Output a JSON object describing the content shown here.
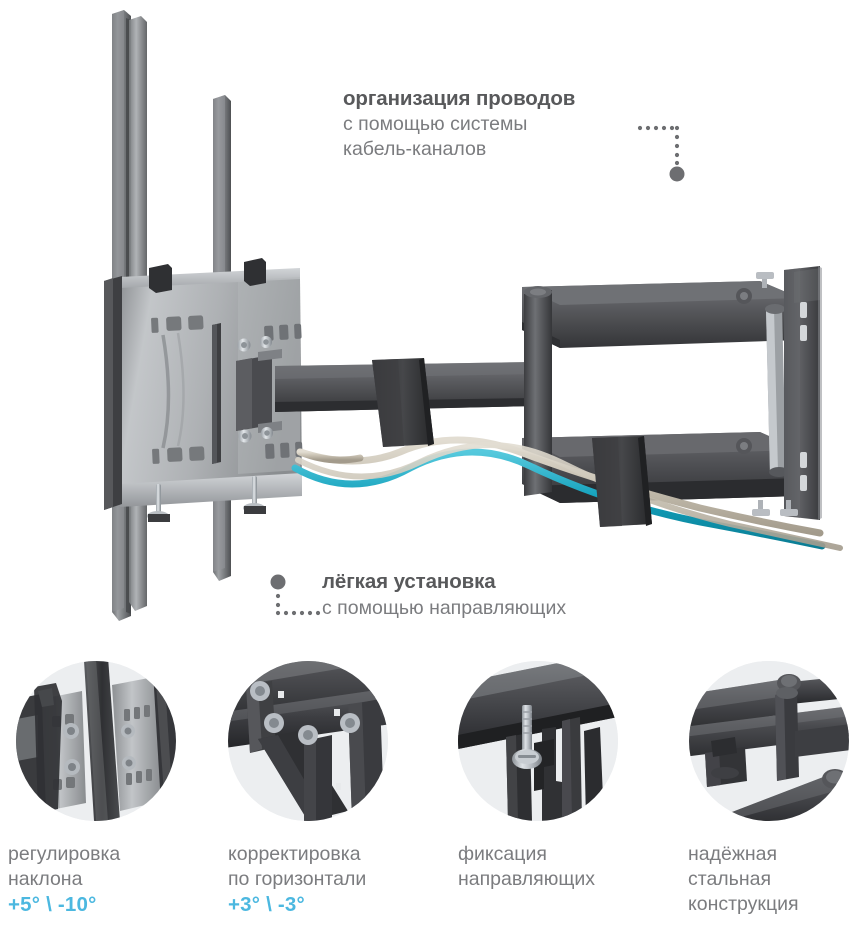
{
  "colors": {
    "accent": "#4cb8e0",
    "heading_text": "#58595b",
    "body_text": "#7b7c7f",
    "background": "#ffffff",
    "thumb_background": "#eceef0",
    "metal_dark": "#3b3b3d",
    "metal_mid": "#58585a",
    "metal_light": "#a9acaf",
    "cable_teal": "#1aa3bd",
    "cable_beige": "#c9c2b4"
  },
  "callouts": [
    {
      "id": "cable-management",
      "title": "организация проводов",
      "subtitle_lines": [
        "с помощью системы",
        "кабель-каналов"
      ],
      "leader": "elbow-down-right"
    },
    {
      "id": "easy-installation",
      "title": "лёгкая установка",
      "subtitle_lines": [
        "с помощью направляющих"
      ],
      "leader": "elbow-up-left"
    }
  ],
  "features": [
    {
      "id": "tilt-adjustment",
      "thumb": "tilt-bracket-photo",
      "lines": [
        "регулировка",
        "наклона"
      ],
      "angle": "+5° \\ -10°"
    },
    {
      "id": "horizontal-correction",
      "thumb": "horizontal-bolts-photo",
      "lines": [
        "корректировка",
        "по горизонтали"
      ],
      "angle": "+3° \\ -3°"
    },
    {
      "id": "rail-fixation",
      "thumb": "rail-screw-photo",
      "lines": [
        "фиксация",
        "направляющих"
      ],
      "angle": ""
    },
    {
      "id": "steel-construction",
      "thumb": "steel-arm-photo",
      "lines": [
        "надёжная",
        "стальная",
        "конструкция"
      ],
      "angle": ""
    }
  ],
  "product": {
    "name": "articulating-tv-wall-mount",
    "parts": [
      "vesa-plate",
      "vertical-guide-rails",
      "articulating-arm",
      "wall-plate",
      "velcro-cable-strap",
      "cable-teal",
      "cable-beige"
    ]
  }
}
